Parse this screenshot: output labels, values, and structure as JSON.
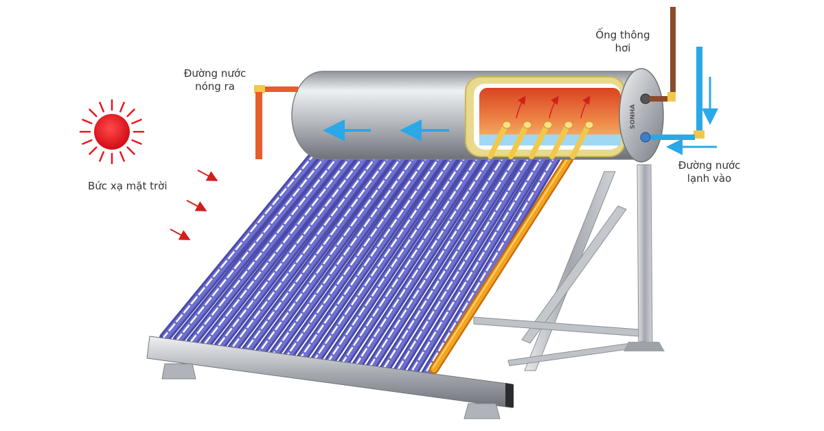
{
  "labels": {
    "hot_water_out": [
      "Đường nước",
      "nóng ra"
    ],
    "vent_pipe": [
      "Ống thông",
      "hơi"
    ],
    "cold_water_in": [
      "Đường nước",
      "lạnh vào"
    ],
    "solar_radiation": "Bức xạ mặt trời"
  },
  "brand": "SONHA",
  "colors": {
    "sun": "#e8141d",
    "hot_pipe": "#e85c2a",
    "cold_pipe": "#2aa8e8",
    "vent_pipe": "#8b4a2a",
    "tube_blue": "#6f6fcf",
    "heat_pipe": "#f2a51e",
    "steel": "#b8bcc2"
  }
}
